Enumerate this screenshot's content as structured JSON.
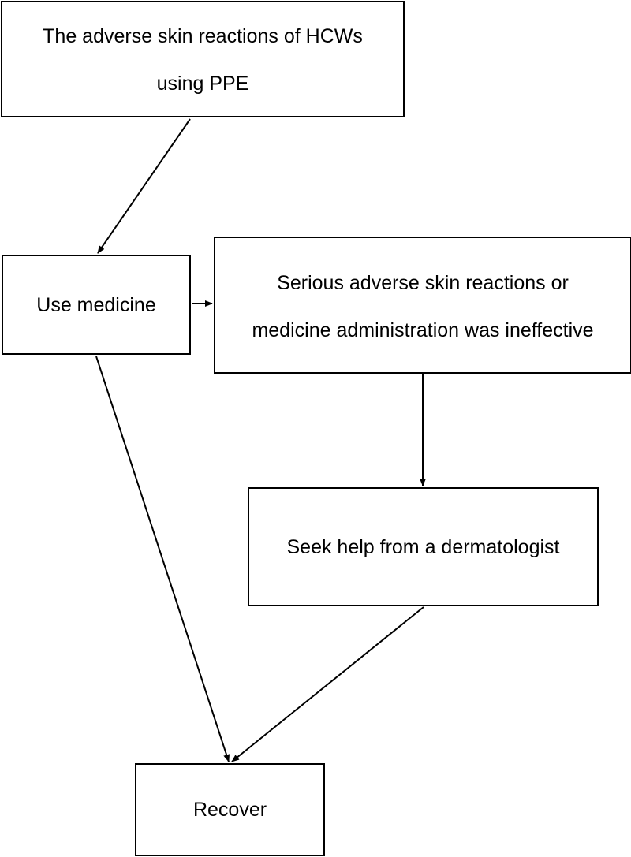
{
  "diagram": {
    "nodes": [
      {
        "id": "n1",
        "label": "The adverse skin reactions of HCWs\nusing PPE"
      },
      {
        "id": "n2",
        "label": "Use medicine"
      },
      {
        "id": "n3",
        "label": "Serious adverse skin reactions or\nmedicine administration was ineffective"
      },
      {
        "id": "n4",
        "label": "Seek help from a dermatologist"
      },
      {
        "id": "n5",
        "label": "Recover"
      }
    ],
    "edges": [
      {
        "from": "n1",
        "to": "n2"
      },
      {
        "from": "n2",
        "to": "n3"
      },
      {
        "from": "n3",
        "to": "n4"
      },
      {
        "from": "n4",
        "to": "n5"
      },
      {
        "from": "n2",
        "to": "n5"
      }
    ]
  }
}
